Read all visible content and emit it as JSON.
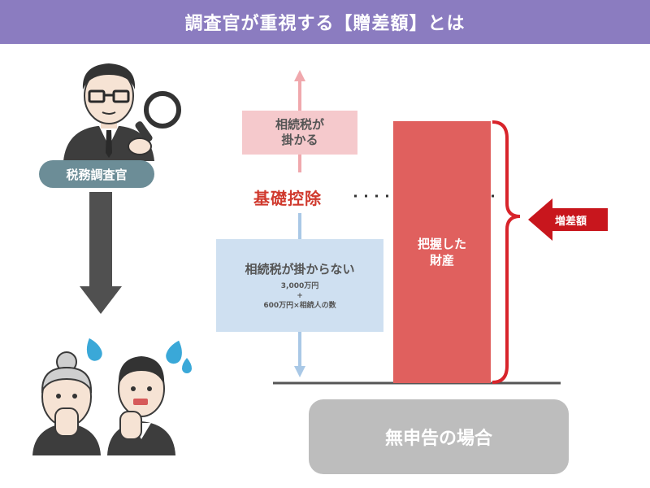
{
  "title": "調査官が重視する【贈差額】とは",
  "inspector": {
    "label": "税務調査官"
  },
  "chart": {
    "taxed_label": "相続税が\n掛かる",
    "threshold_label": "基礎控除",
    "untaxed_label": "相続税が掛からない",
    "untaxed_detail_1": "3,000万円",
    "untaxed_detail_2": "+",
    "untaxed_detail_3": "600万円×相続人の数",
    "asset_label": "把握した\n財産",
    "difference_label": "増差額"
  },
  "footer": {
    "label": "無申告の場合"
  },
  "colors": {
    "header": "#8b7cc0",
    "inspector_badge": "#6c8d97",
    "taxed_box": "#f5c9cc",
    "untaxed_box": "#cfe0f1",
    "threshold_text": "#d03a2e",
    "asset_bar": "#e0605e",
    "difference_arrow": "#c8161d",
    "footer_box": "#bdbdbd"
  }
}
